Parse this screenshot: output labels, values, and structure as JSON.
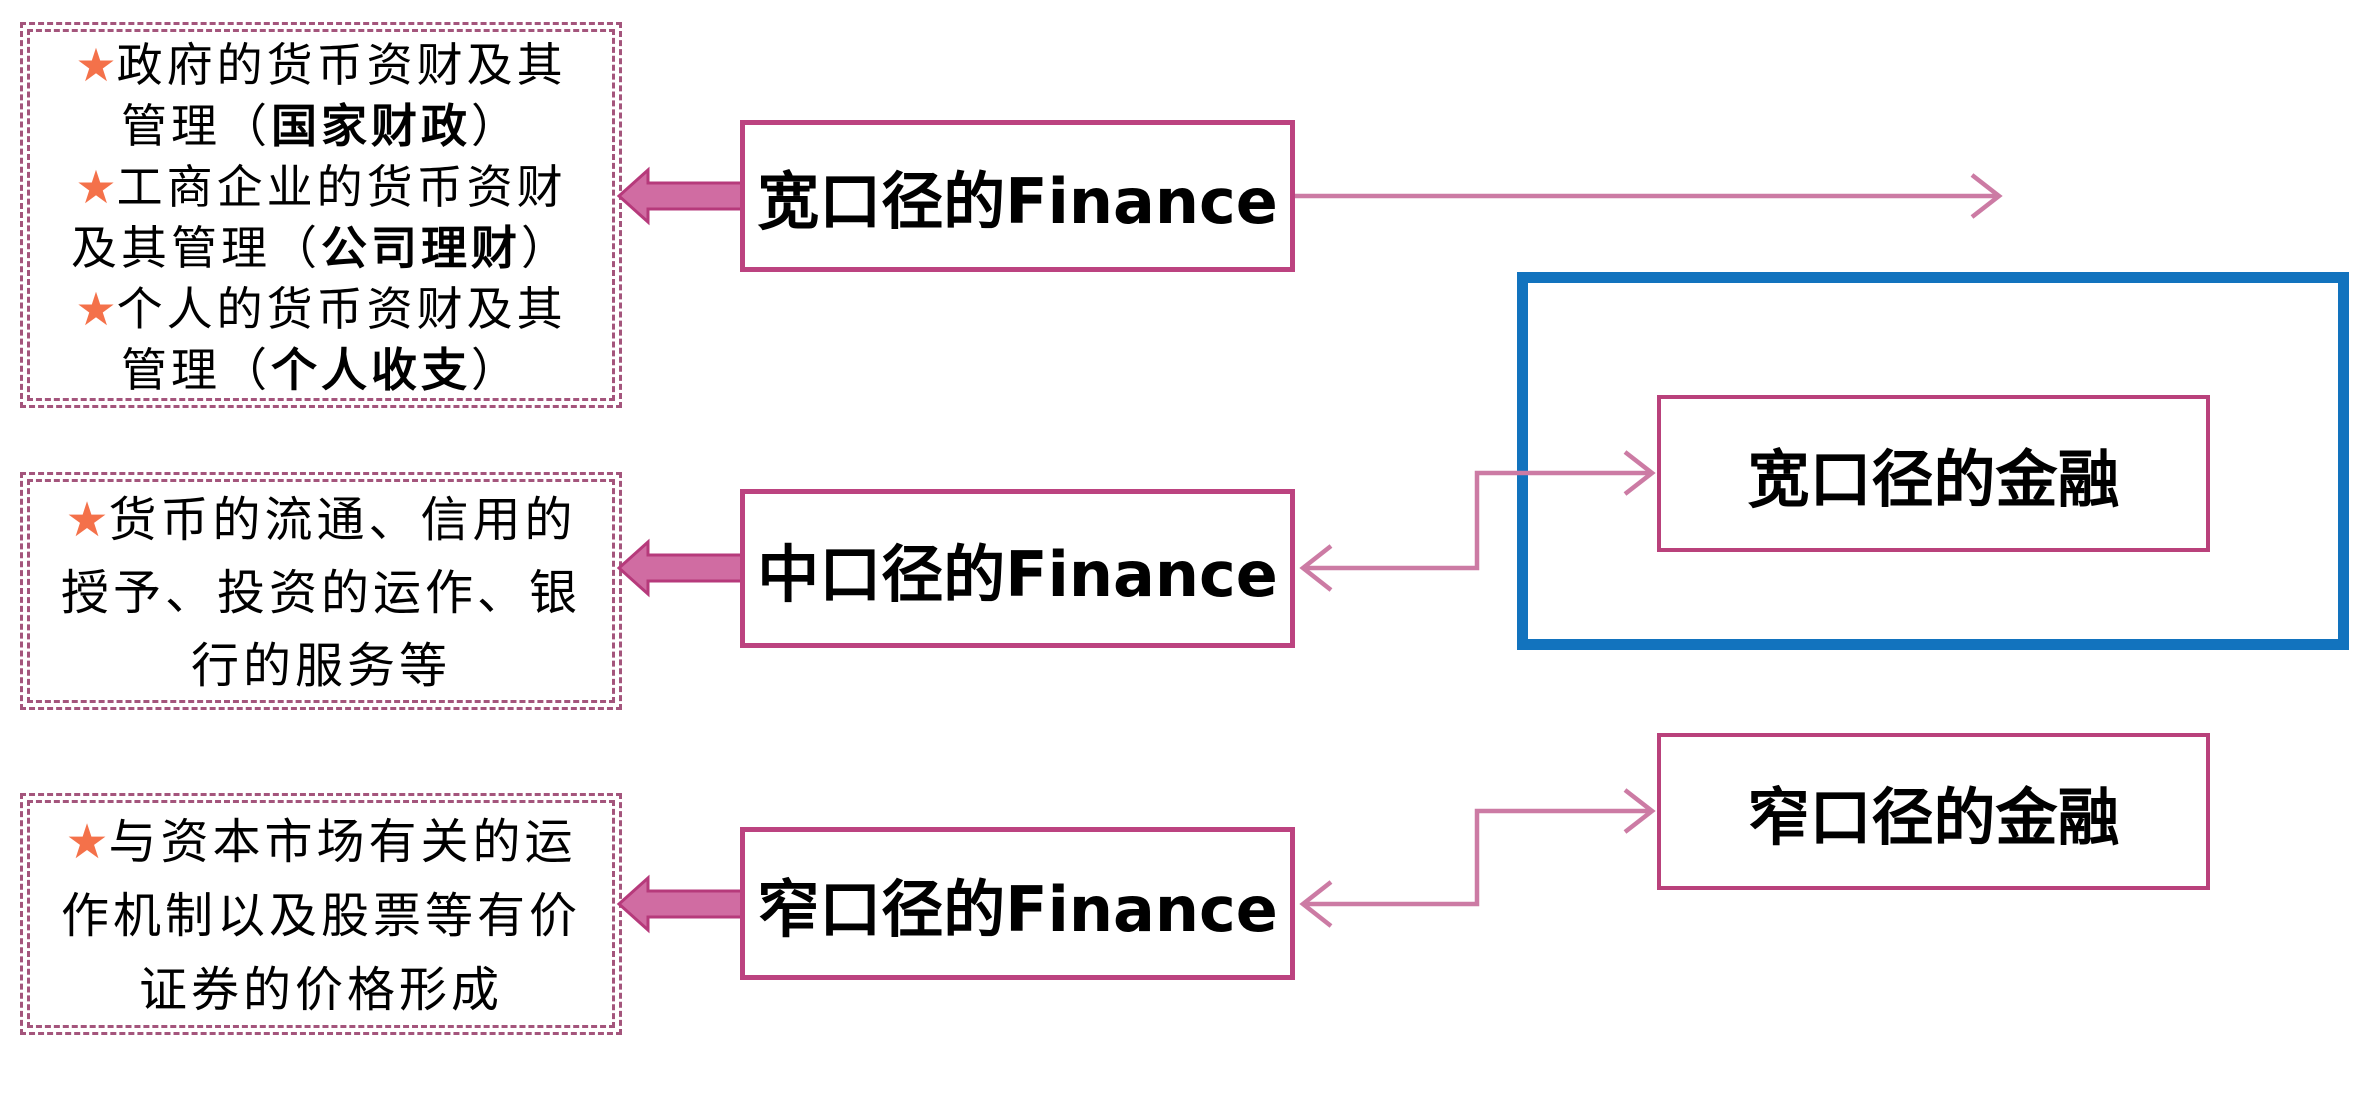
{
  "colors": {
    "pink_box_border": "#BC4380",
    "result_box_border": "#B9417B",
    "dashed_note_border": "#A4557C",
    "connector_line": "#CC7BA4",
    "block_arrow_fill": "#D06CA2",
    "block_arrow_stroke": "#B63A7B",
    "blue_highlight_border": "#1273BE",
    "star": "#F4714A",
    "text": "#000000",
    "background": "#FFFFFF"
  },
  "left_notes": [
    {
      "lines": [
        {
          "star": "★",
          "pre": "政府的货币资财及其",
          "bold": "",
          "tail": ""
        },
        {
          "star": "",
          "pre": "管理（",
          "bold": "国家财政",
          "tail": "）"
        },
        {
          "star": "★",
          "pre": "工商企业的货币资财",
          "bold": "",
          "tail": ""
        },
        {
          "star": "",
          "pre": "及其管理（",
          "bold": "公司理财",
          "tail": "）"
        },
        {
          "star": "★",
          "pre": "个人的货币资财及其",
          "bold": "",
          "tail": ""
        },
        {
          "star": "",
          "pre": "管理（",
          "bold": "个人收支",
          "tail": "）"
        }
      ]
    },
    {
      "lines": [
        {
          "star": "★",
          "pre": "货币的流通、信用的",
          "bold": "",
          "tail": ""
        },
        {
          "star": "",
          "pre": "授予、投资的运作、银",
          "bold": "",
          "tail": ""
        },
        {
          "star": "",
          "pre": "行的服务等",
          "bold": "",
          "tail": ""
        }
      ]
    },
    {
      "lines": [
        {
          "star": "★",
          "pre": "与资本市场有关的运",
          "bold": "",
          "tail": ""
        },
        {
          "star": "",
          "pre": "作机制以及股票等有价",
          "bold": "",
          "tail": ""
        },
        {
          "star": "",
          "pre": "证券的价格形成",
          "bold": "",
          "tail": ""
        }
      ]
    }
  ],
  "finance_boxes": [
    {
      "label": "宽口径的Finance"
    },
    {
      "label": "中口径的Finance"
    },
    {
      "label": "窄口径的Finance"
    }
  ],
  "result_boxes": [
    {
      "label": "宽口径的金融"
    },
    {
      "label": "窄口径的金融"
    }
  ],
  "connectors": [
    {
      "from": "宽口径的Finance",
      "to": "right (off-box)",
      "style": "thin-arrow-right"
    },
    {
      "from": "中口径的Finance",
      "to": "宽口径的金融",
      "style": "elbow-double-arrow"
    },
    {
      "from": "窄口径的Finance",
      "to": "窄口径的金融",
      "style": "elbow-double-arrow"
    },
    {
      "from": "宽口径的Finance",
      "to": "note-1",
      "style": "block-arrow-left"
    },
    {
      "from": "中口径的Finance",
      "to": "note-2",
      "style": "block-arrow-left"
    },
    {
      "from": "窄口径的Finance",
      "to": "note-3",
      "style": "block-arrow-left"
    }
  ]
}
